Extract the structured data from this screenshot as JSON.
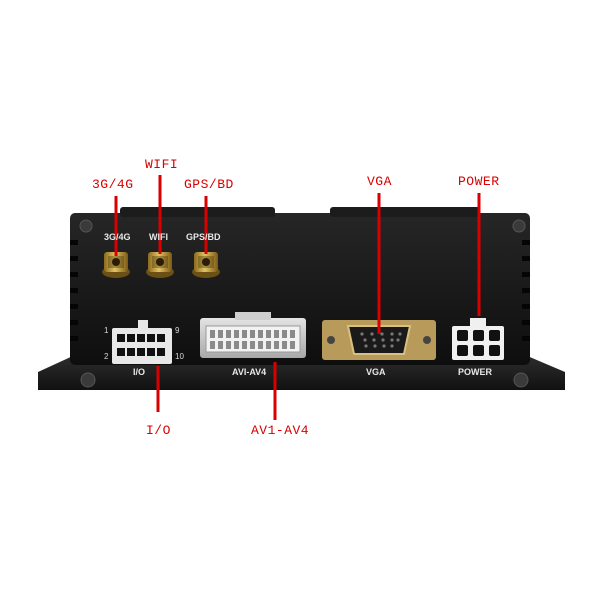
{
  "callouts": {
    "wifi": "WIFI",
    "g34": "3G/4G",
    "gps": "GPS/BD",
    "vga": "VGA",
    "power": "POWER",
    "io": "I/O",
    "av": "AV1-AV4"
  },
  "panel": {
    "antenna_g34": "3G/4G",
    "antenna_wifi": "WIFI",
    "antenna_gps": "GPS/BD",
    "io": "I/O",
    "av": "AVI-AV4",
    "vga": "VGA",
    "power": "POWER",
    "io_pin_1": "1",
    "io_pin_2": "2",
    "io_pin_9": "9",
    "io_pin_10": "10"
  },
  "colors": {
    "callout": "#d90000",
    "body": "#151515",
    "port_silver": "#c8c8c8"
  }
}
